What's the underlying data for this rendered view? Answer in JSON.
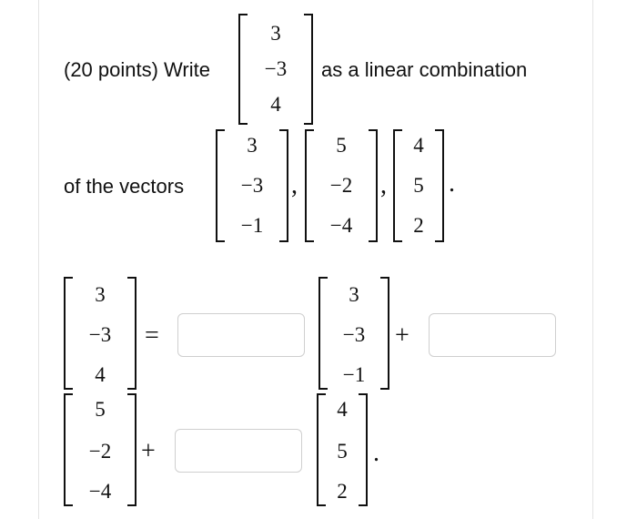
{
  "problem": {
    "points_label": "(20 points) Write",
    "linear_combo_text": "as a linear combination",
    "of_vectors_text": "of the vectors",
    "comma": ",",
    "period": "."
  },
  "target_vector": [
    "3",
    "−3",
    "4"
  ],
  "basis_vectors": [
    [
      "3",
      "−3",
      "−1"
    ],
    [
      "5",
      "−2",
      "−4"
    ],
    [
      "4",
      "5",
      "2"
    ]
  ],
  "equation": {
    "equals": "=",
    "plus": "+",
    "coefficient_values": [
      "",
      "",
      ""
    ],
    "coefficient_placeholders": [
      "",
      "",
      ""
    ]
  }
}
